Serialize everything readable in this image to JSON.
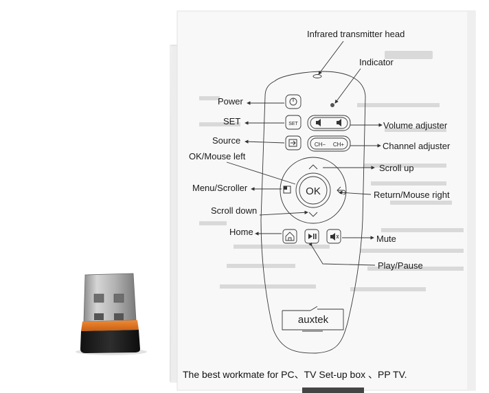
{
  "manual": {
    "labels": {
      "ir_head": "Infrared transmitter head",
      "indicator": "Indicator",
      "power": "Power",
      "set": "SET",
      "source": "Source",
      "ok_mouse_left": "OK/Mouse left",
      "menu_scroller": "Menu/Scroller",
      "scroll_down": "Scroll down",
      "home": "Home",
      "volume": "Volume adjuster",
      "channel": "Channel adjuster",
      "scroll_up": "Scroll up",
      "return_mouse_right": "Return/Mouse right",
      "mute": "Mute",
      "play_pause": "Play/Pause"
    },
    "buttons": {
      "set": "SET",
      "ch_minus": "CH−",
      "ch_plus": "CH+",
      "ok": "OK"
    },
    "brand": "auxtek",
    "tagline": "The best workmate for PC、TV Set-up box 、PP TV."
  },
  "colors": {
    "paper": "#f7f7f7",
    "paper_shadow": "#e8e8e8",
    "ink": "#1a1a1a",
    "dongle_metal": "#b8b8b8",
    "dongle_band": "#e0741f",
    "dongle_body": "#1c1c1c"
  }
}
